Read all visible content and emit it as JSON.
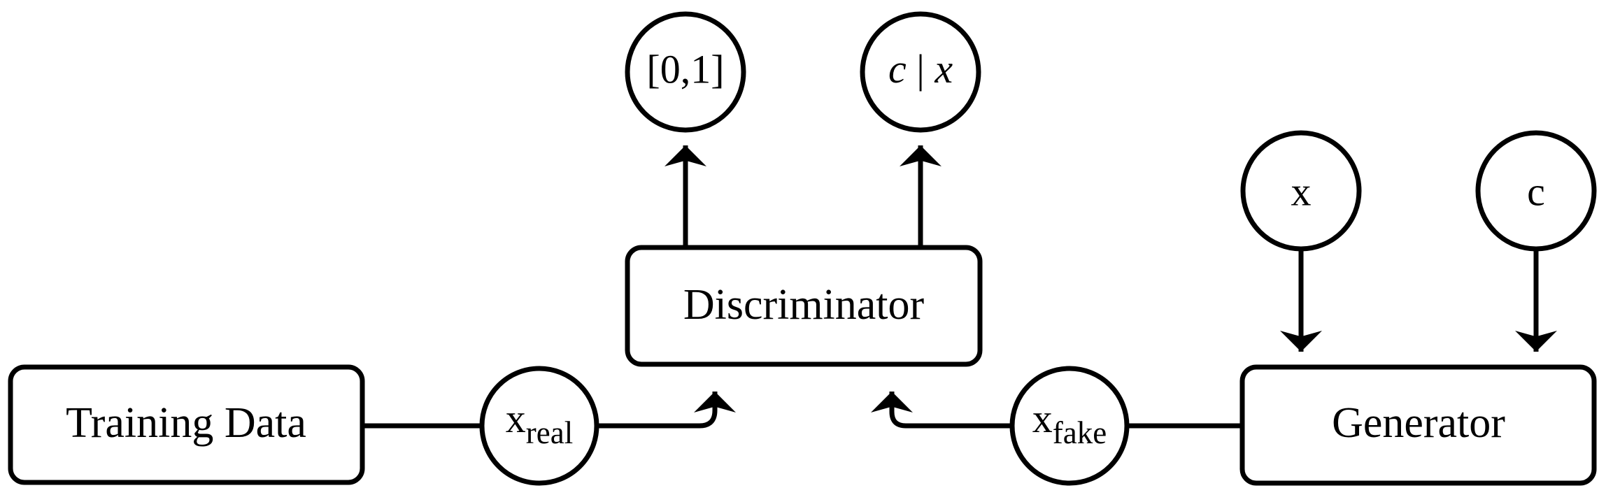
{
  "diagram": {
    "boxes": {
      "training_data": "Training Data",
      "discriminator": "Discriminator",
      "generator": "Generator"
    },
    "nodes": {
      "x_real": {
        "base": "x",
        "sub": "real"
      },
      "x_fake": {
        "base": "x",
        "sub": "fake"
      },
      "disc_out_prob": "[0,1]",
      "disc_out_class": {
        "left": "c",
        "sep": "|",
        "right": "x"
      },
      "gen_in_x": "x",
      "gen_in_c": "c"
    }
  }
}
